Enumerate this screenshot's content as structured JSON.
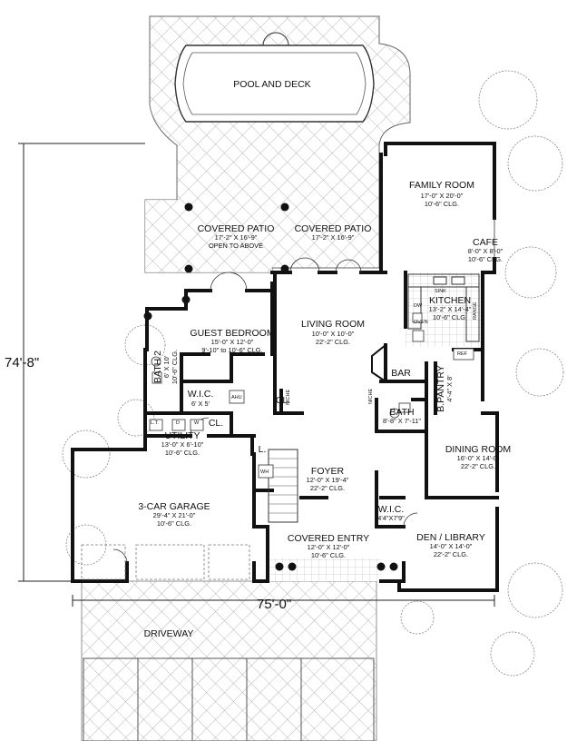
{
  "dimensions": {
    "depth": "74'-8\"",
    "width": "75'-0\""
  },
  "rooms": {
    "pool": {
      "name": "POOL AND DECK"
    },
    "family": {
      "name": "FAMILY ROOM",
      "size": "17'-0\" X 20'-0\"",
      "clg": "10'-6\" CLG."
    },
    "cafe": {
      "name": "CAFE",
      "size": "8'-0\" X 8'-0\"",
      "clg": "10'-6\" CLG."
    },
    "patio1": {
      "name": "COVERED PATIO",
      "size": "17'-2\" X 16'-9\"",
      "note": "OPEN TO ABOVE"
    },
    "patio2": {
      "name": "COVERED PATIO",
      "size": "17'-2\" X 16'-9\""
    },
    "kitchen": {
      "name": "KITCHEN",
      "size": "13'-2\" X 14'-4\"",
      "clg": "10'-6\" CLG."
    },
    "guest": {
      "name": "GUEST BEDROOM",
      "size": "15'-0\" X 12'-0\"",
      "clg": "9'-10\" to 10'-6\" CLG."
    },
    "living": {
      "name": "LIVING ROOM",
      "size": "10'-0\" X 10'-0\"",
      "clg": "22'-2\" CLG."
    },
    "bath2": {
      "name": "BATH 2",
      "size": "6' X 10'",
      "clg": "10'-6\" CLG."
    },
    "wic1": {
      "name": "W.I.C.",
      "size": "6' X 5'"
    },
    "cl1": {
      "name": "CL."
    },
    "cl2": {
      "name": "CL."
    },
    "bar": {
      "name": "BAR"
    },
    "pantry": {
      "name": "B.PANTRY",
      "size": "4'-4\" X 8'"
    },
    "bath": {
      "name": "BATH",
      "size": "8'-8\" X 7'-11\""
    },
    "utility": {
      "name": "UTILITY",
      "size": "13'-0\" X 6'-10\"",
      "clg": "10'-6\" CLG."
    },
    "l": {
      "name": "L."
    },
    "dining": {
      "name": "DINING ROOM",
      "size": "16'-0\" X 14'-0\"",
      "clg": "22'-2\" CLG."
    },
    "foyer": {
      "name": "FOYER",
      "size": "12'-0\" X 19'-4\"",
      "clg": "22'-2\" CLG."
    },
    "garage": {
      "name": "3-CAR GARAGE",
      "size": "29'-4\" X 21'-0\"",
      "clg": "10'-6\" CLG."
    },
    "wic2": {
      "name": "W.I.C.",
      "size": "4'4\"X7'9\""
    },
    "entry": {
      "name": "COVERED ENTRY",
      "size": "12'-0\" X 12'-0\"",
      "clg": "10'-6\" CLG."
    },
    "den": {
      "name": "DEN / LIBRARY",
      "size": "14'-0\" X 14'-0\"",
      "clg": "22'-2\" CLG."
    },
    "driveway": {
      "name": "DRIVEWAY"
    }
  },
  "fixtures": {
    "sink": "SINK",
    "range": "RANGE",
    "ref": "REF",
    "ahu": "AHU",
    "wh": "WH",
    "niche1": "NICHE",
    "niche2": "NICHE",
    "dw": "DW",
    "oven": "OVEN",
    "lt": "L.T.",
    "d": "D",
    "w": "W"
  }
}
